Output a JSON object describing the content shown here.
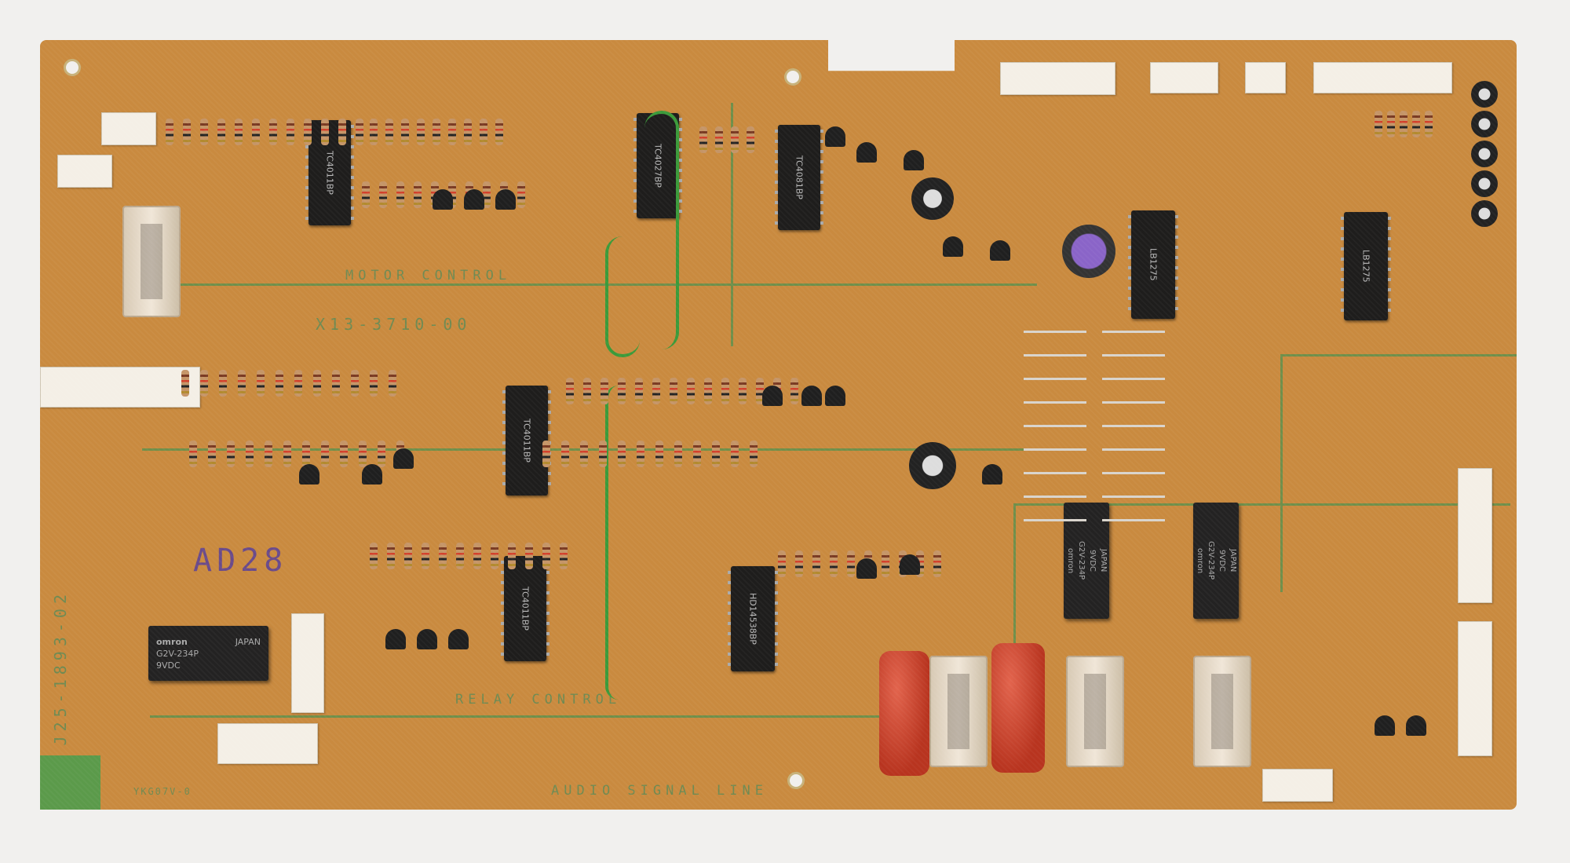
{
  "board": {
    "section_labels": {
      "motor": "MOTOR CONTROL",
      "relay": "RELAY CONTROL",
      "audio": "AUDIO SIGNAL LINE"
    },
    "part_number": "X13-3710-00",
    "board_code": "J25-1893-02",
    "handwritten": "AD28",
    "corner_code": "YKG07V-0"
  },
  "chips": [
    {
      "label": "TC4011BP"
    },
    {
      "label": "TC4027BP"
    },
    {
      "label": "TC4081BP"
    },
    {
      "label": "LB1275"
    },
    {
      "label": "LB1275"
    },
    {
      "label": "TC4011BP"
    },
    {
      "label": "TC4011BP"
    },
    {
      "label": "HD14538BP"
    }
  ],
  "relays": [
    {
      "brand": "omron",
      "model": "G2V-234P",
      "rating": "9VDC",
      "origin": "JAPAN"
    },
    {
      "brand": "omron",
      "model": "G2V-234P",
      "rating": "9VDC",
      "origin": "JAPAN"
    },
    {
      "brand": "omron",
      "model": "G2V-234P",
      "rating": "9VDC",
      "origin": "JAPAN"
    }
  ],
  "colors": {
    "board": "#c98a3f",
    "trace": "#6f8f4a",
    "background": "#f1f0ee"
  }
}
